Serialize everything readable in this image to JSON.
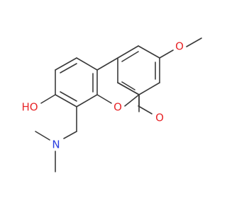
{
  "molecule": {
    "atom_labels": {
      "methoxy_oxygen": "O",
      "hydroxyl": "HO",
      "ring_oxygen": "O",
      "carbonyl_oxygen": "O",
      "amine_nitrogen": "N"
    },
    "colors": {
      "bond": "#3a3a3a",
      "oxygen": "#e8282b",
      "nitrogen": "#2b3fe0",
      "background": "#ffffff"
    }
  }
}
